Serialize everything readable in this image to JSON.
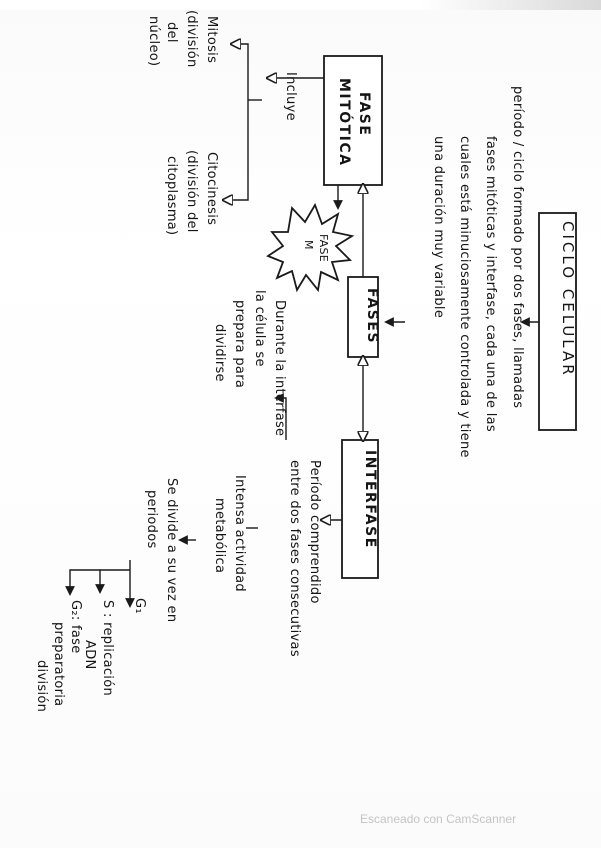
{
  "title": "CICLO CELULAR",
  "definition": [
    "período / ciclo formado por dos fases, llamadas",
    "fases mitóticas y interfase, cada una de las",
    "cuales está minuciosamente controlada y tiene",
    "una duración muy variable"
  ],
  "fases": "FASES",
  "fase_mitotica": [
    "FASE",
    "MITÓTICA"
  ],
  "fase_m": [
    "FASE",
    "M"
  ],
  "incluye": "Incluye",
  "mitosis": [
    "Mitosis",
    "(división",
    "del",
    "núcleo)"
  ],
  "citocinesis": [
    "Citocinesis",
    "(división del",
    "citoplasma)"
  ],
  "interfase": "INTERFASE",
  "periodo": [
    "Período comprendido",
    "entre dos fases consecutivas"
  ],
  "durante": [
    "Durante la interfase",
    "la célula se",
    "prepara para",
    "dividirse"
  ],
  "intensa": [
    "Intensa actividad",
    "metabólica"
  ],
  "se_divide": [
    "Se divide a su vez en",
    "periodos"
  ],
  "g1": "G₁",
  "s_phase": [
    "S : replicación",
    "ADN"
  ],
  "g2": [
    "G₂: fase",
    "preparatoria",
    "división"
  ],
  "watermark": "Escaneado con CamScanner"
}
